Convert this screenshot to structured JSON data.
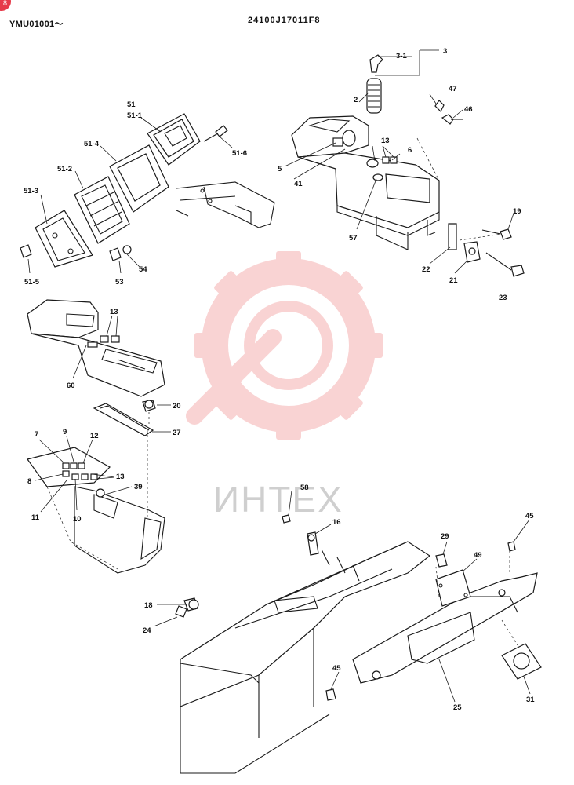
{
  "header": {
    "badge": "8",
    "serial": "YMU01001～",
    "document_number": "24100J17011F8"
  },
  "watermark": {
    "text": "ИНТЕХ",
    "color": "#f2a0a0"
  },
  "callouts": [
    {
      "id": "3-1",
      "text": "3-1"
    },
    {
      "id": "3",
      "text": "3"
    },
    {
      "id": "2",
      "text": "2"
    },
    {
      "id": "47",
      "text": "47"
    },
    {
      "id": "46",
      "text": "46"
    },
    {
      "id": "13a",
      "text": "13"
    },
    {
      "id": "6",
      "text": "6"
    },
    {
      "id": "5",
      "text": "5"
    },
    {
      "id": "41",
      "text": "41"
    },
    {
      "id": "57",
      "text": "57"
    },
    {
      "id": "19",
      "text": "19"
    },
    {
      "id": "22",
      "text": "22"
    },
    {
      "id": "21",
      "text": "21"
    },
    {
      "id": "23",
      "text": "23"
    },
    {
      "id": "51",
      "text": "51"
    },
    {
      "id": "51-1",
      "text": "51-1"
    },
    {
      "id": "51-4",
      "text": "51-4"
    },
    {
      "id": "51-6",
      "text": "51-6"
    },
    {
      "id": "51-2",
      "text": "51-2"
    },
    {
      "id": "51-3",
      "text": "51-3"
    },
    {
      "id": "51-5",
      "text": "51-5"
    },
    {
      "id": "53",
      "text": "53"
    },
    {
      "id": "54",
      "text": "54"
    },
    {
      "id": "13b",
      "text": "13"
    },
    {
      "id": "60",
      "text": "60"
    },
    {
      "id": "20",
      "text": "20"
    },
    {
      "id": "27",
      "text": "27"
    },
    {
      "id": "7",
      "text": "7"
    },
    {
      "id": "9",
      "text": "9"
    },
    {
      "id": "12",
      "text": "12"
    },
    {
      "id": "8",
      "text": "8"
    },
    {
      "id": "13c",
      "text": "13"
    },
    {
      "id": "39",
      "text": "39"
    },
    {
      "id": "11",
      "text": "11"
    },
    {
      "id": "10",
      "text": "10"
    },
    {
      "id": "58",
      "text": "58"
    },
    {
      "id": "16",
      "text": "16"
    },
    {
      "id": "45a",
      "text": "45"
    },
    {
      "id": "29",
      "text": "29"
    },
    {
      "id": "49",
      "text": "49"
    },
    {
      "id": "18",
      "text": "18"
    },
    {
      "id": "24",
      "text": "24"
    },
    {
      "id": "45b",
      "text": "45"
    },
    {
      "id": "25",
      "text": "25"
    },
    {
      "id": "31",
      "text": "31"
    }
  ]
}
